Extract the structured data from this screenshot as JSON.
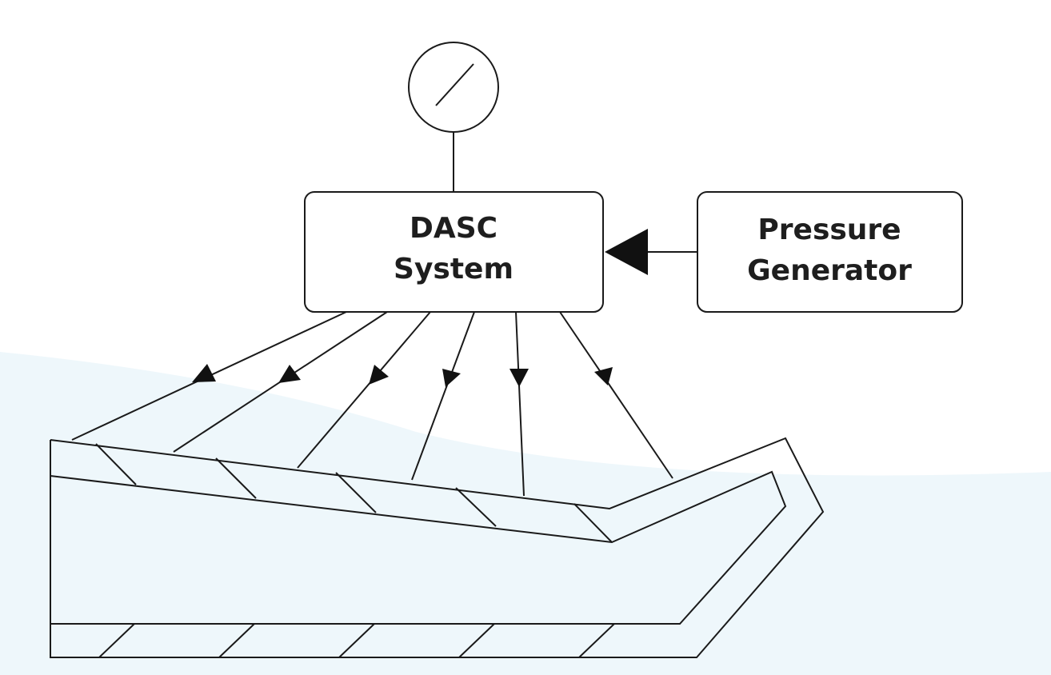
{
  "diagram": {
    "background_colors": {
      "paper": "#ffffff",
      "tint": "#eef7fb"
    },
    "gauge": {
      "icon": "pressure-gauge-icon"
    },
    "dasc_box": {
      "line1": "DASC",
      "line2": "System"
    },
    "pressure_box": {
      "line1": "Pressure",
      "line2": "Generator"
    },
    "connections": [
      {
        "from": "pressure_generator",
        "to": "dasc_system",
        "arrow": "filled"
      }
    ],
    "pressure_lines": {
      "count": 6,
      "from": "dasc_system",
      "to": "test_article",
      "arrow": "filled"
    },
    "test_article": {
      "icon": "duct-cross-section-icon"
    }
  }
}
